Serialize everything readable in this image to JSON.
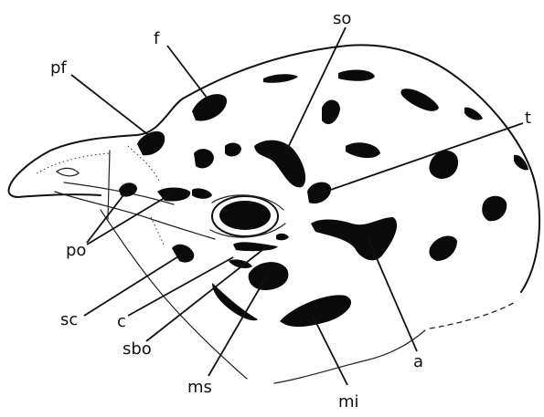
{
  "figure": {
    "labels": {
      "pf": "pf",
      "f": "f",
      "so": "so",
      "t": "t",
      "po": "po",
      "sc": "sc",
      "c": "c",
      "sbo": "sbo",
      "ms": "ms",
      "mi": "mi",
      "a": "a"
    },
    "colors": {
      "ink": "#111111",
      "paper": "#ffffff"
    }
  }
}
